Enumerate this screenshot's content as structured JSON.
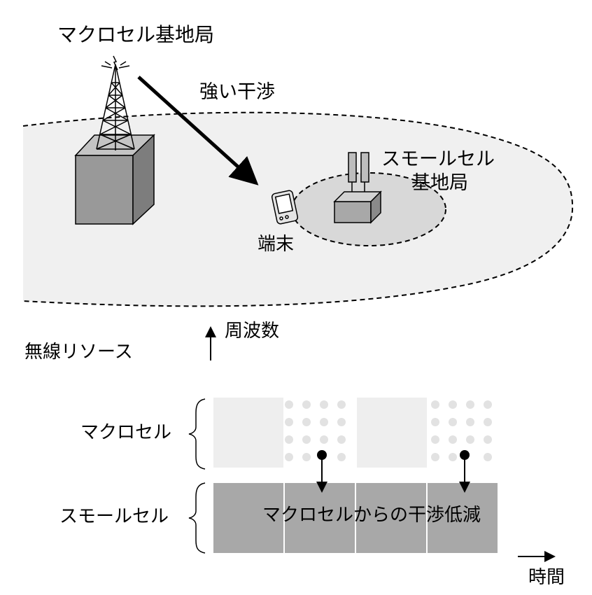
{
  "labels": {
    "macro_bs": "マクロセル基地局",
    "strong_interference": "強い干渉",
    "small_bs_line1": "スモールセル",
    "small_bs_line2": "基地局",
    "terminal": "端末",
    "frequency": "周波数",
    "radio_resource": "無線リソース",
    "macro_cell": "マクロセル",
    "small_cell": "スモールセル",
    "interference_reduction": "マクロセルからの干渉低減",
    "time": "時間"
  },
  "colors": {
    "macro_area": "#f0f0f0",
    "small_area": "#d8d8d8",
    "small_cell_blocks": "#a8a8a8",
    "macro_blocks": "#eeeeee",
    "dots": "#e2e2e2",
    "outline": "#000000"
  },
  "icons": {
    "macro_tower": "lattice-antenna-tower",
    "small_bs": "small-cell-antenna-box",
    "terminal": "handheld-device"
  },
  "resource_grid": {
    "macro_row": [
      "used",
      "blank",
      "used",
      "blank"
    ],
    "small_row": [
      "used",
      "used",
      "used",
      "used"
    ]
  }
}
